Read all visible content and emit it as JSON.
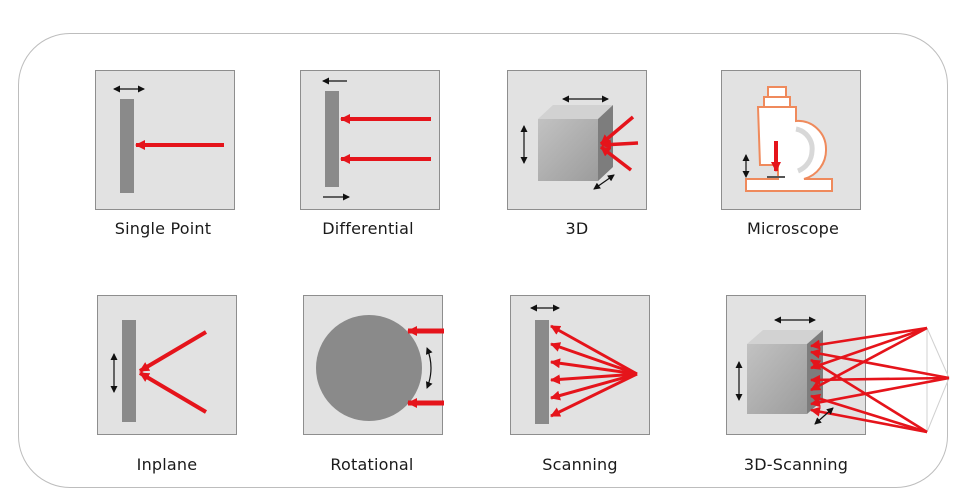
{
  "techniques": [
    {
      "label": "Single Point",
      "icon": "single-point-icon"
    },
    {
      "label": "Differential",
      "icon": "differential-icon"
    },
    {
      "label": "3D",
      "icon": "3d-cube-icon"
    },
    {
      "label": "Microscope",
      "icon": "microscope-icon"
    },
    {
      "label": "Inplane",
      "icon": "inplane-icon"
    },
    {
      "label": "Rotational",
      "icon": "rotational-disc-icon"
    },
    {
      "label": "Scanning",
      "icon": "scanning-icon"
    },
    {
      "label": "3D-Scanning",
      "icon": "3d-scanning-icon"
    }
  ],
  "colors": {
    "laser": "#e5141b",
    "tile_background": "#e2e2e2",
    "target_gray": "#8a8a8a",
    "frame_border": "#bdbdbd"
  }
}
